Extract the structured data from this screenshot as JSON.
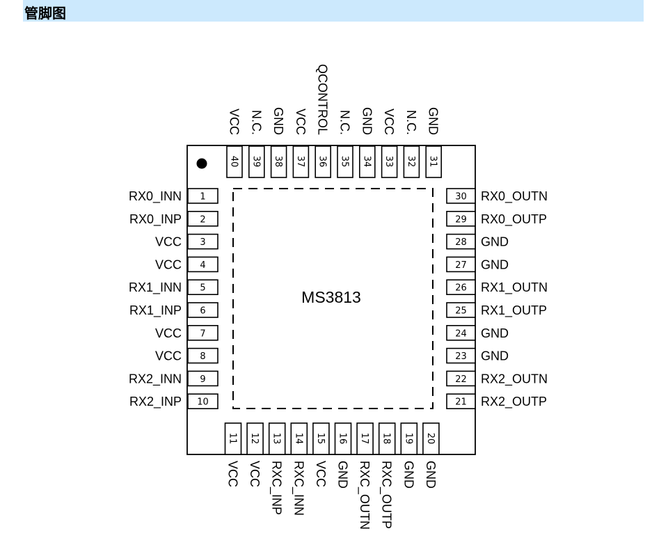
{
  "header": {
    "title": "管脚图"
  },
  "chip": {
    "name": "MS3813",
    "pin1_marker": "dot"
  },
  "pins": {
    "left": [
      {
        "number": "1",
        "name": "RX0_INN"
      },
      {
        "number": "2",
        "name": "RX0_INP"
      },
      {
        "number": "3",
        "name": "VCC"
      },
      {
        "number": "4",
        "name": "VCC"
      },
      {
        "number": "5",
        "name": "RX1_INN"
      },
      {
        "number": "6",
        "name": "RX1_INP"
      },
      {
        "number": "7",
        "name": "VCC"
      },
      {
        "number": "8",
        "name": "VCC"
      },
      {
        "number": "9",
        "name": "RX2_INN"
      },
      {
        "number": "10",
        "name": "RX2_INP"
      }
    ],
    "bottom": [
      {
        "number": "11",
        "name": "VCC"
      },
      {
        "number": "12",
        "name": "VCC"
      },
      {
        "number": "13",
        "name": "RXC_INP"
      },
      {
        "number": "14",
        "name": "RXC_INN"
      },
      {
        "number": "15",
        "name": "VCC"
      },
      {
        "number": "16",
        "name": "GND"
      },
      {
        "number": "17",
        "name": "RXC_OUTN"
      },
      {
        "number": "18",
        "name": "RXC_OUTP"
      },
      {
        "number": "19",
        "name": "GND"
      },
      {
        "number": "20",
        "name": "GND"
      }
    ],
    "right": [
      {
        "number": "30",
        "name": "RX0_OUTN"
      },
      {
        "number": "29",
        "name": "RX0_OUTP"
      },
      {
        "number": "28",
        "name": "GND"
      },
      {
        "number": "27",
        "name": "GND"
      },
      {
        "number": "26",
        "name": "RX1_OUTN"
      },
      {
        "number": "25",
        "name": "RX1_OUTP"
      },
      {
        "number": "24",
        "name": "GND"
      },
      {
        "number": "23",
        "name": "GND"
      },
      {
        "number": "22",
        "name": "RX2_OUTN"
      },
      {
        "number": "21",
        "name": "RX2_OUTP"
      }
    ],
    "top": [
      {
        "number": "40",
        "name": "VCC"
      },
      {
        "number": "39",
        "name": "N.C."
      },
      {
        "number": "38",
        "name": "GND"
      },
      {
        "number": "37",
        "name": "VCC"
      },
      {
        "number": "36",
        "name": "QCONTROL"
      },
      {
        "number": "35",
        "name": "N.C."
      },
      {
        "number": "34",
        "name": "GND"
      },
      {
        "number": "33",
        "name": "VCC"
      },
      {
        "number": "32",
        "name": "N.C."
      },
      {
        "number": "31",
        "name": "GND"
      }
    ]
  }
}
